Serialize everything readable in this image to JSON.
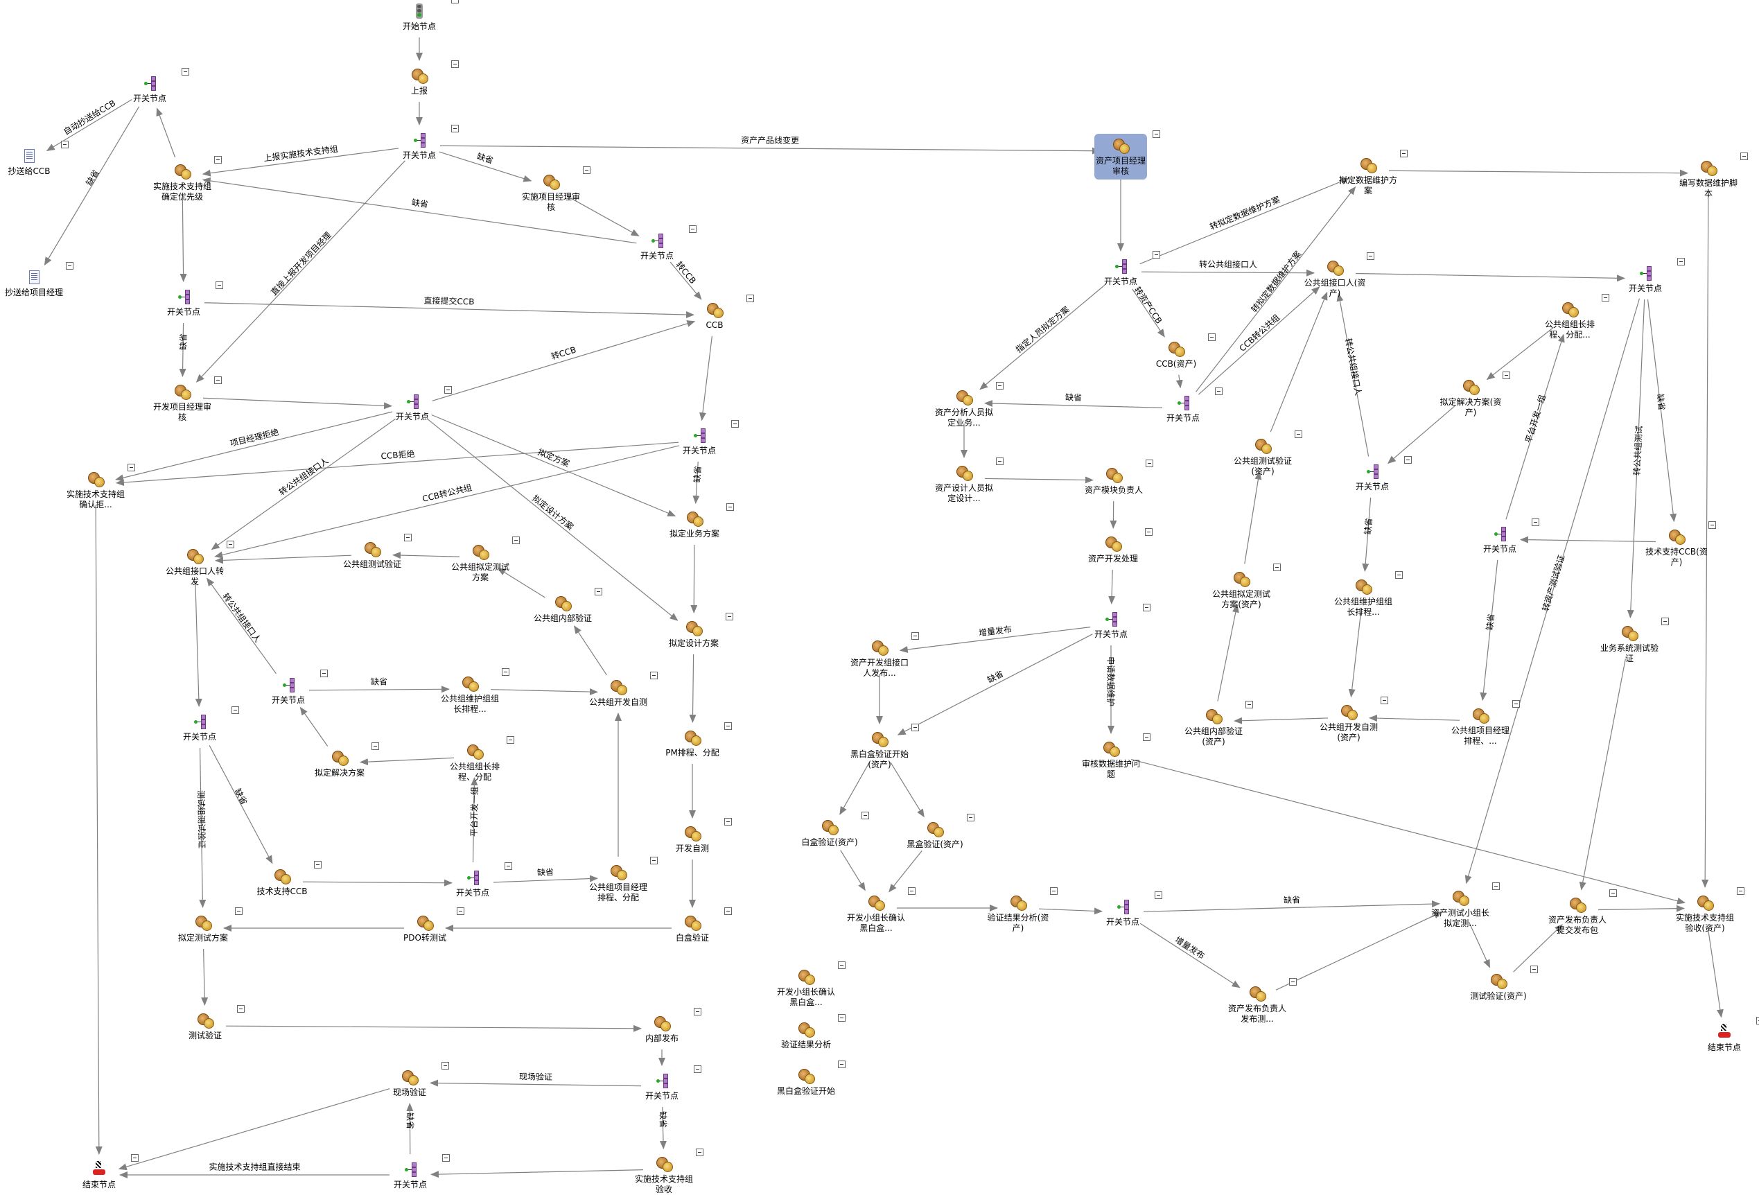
{
  "nodes": [
    {
      "id": "n1",
      "type": "start",
      "label": "开始节点"
    },
    {
      "id": "n2",
      "type": "task",
      "label": "上报"
    },
    {
      "id": "n3",
      "type": "switch",
      "label": "开关节点"
    },
    {
      "id": "n4",
      "type": "switch",
      "label": "开关节点"
    },
    {
      "id": "n5",
      "type": "doc",
      "label": "抄送给CCB"
    },
    {
      "id": "n6",
      "type": "doc",
      "label": "抄送给项目经理"
    },
    {
      "id": "n7",
      "type": "task",
      "label": "实施技术支持组确定优先级"
    },
    {
      "id": "n8",
      "type": "task",
      "label": "实施项目经理审核"
    },
    {
      "id": "n9",
      "type": "switch",
      "label": "开关节点"
    },
    {
      "id": "n10",
      "type": "switch",
      "label": "开关节点"
    },
    {
      "id": "n11",
      "type": "task",
      "label": "CCB"
    },
    {
      "id": "n12",
      "type": "task",
      "label": "开发项目经理审核"
    },
    {
      "id": "n13",
      "type": "switch",
      "label": "开关节点"
    },
    {
      "id": "n14",
      "type": "switch",
      "label": "开关节点"
    },
    {
      "id": "n15",
      "type": "task",
      "label": "实施技术支持组确认拒..."
    },
    {
      "id": "n16",
      "type": "task",
      "label": "拟定业务方案"
    },
    {
      "id": "n17",
      "type": "task",
      "label": "公共组接口人转发"
    },
    {
      "id": "n18",
      "type": "task",
      "label": "公共组测试验证"
    },
    {
      "id": "n19",
      "type": "task",
      "label": "公共组拟定测试方案"
    },
    {
      "id": "n20",
      "type": "task",
      "label": "公共组内部验证"
    },
    {
      "id": "n21",
      "type": "task",
      "label": "拟定设计方案"
    },
    {
      "id": "n22",
      "type": "switch",
      "label": "开关节点"
    },
    {
      "id": "n23",
      "type": "task",
      "label": "公共组维护组组长排程..."
    },
    {
      "id": "n24",
      "type": "task",
      "label": "公共组开发自测"
    },
    {
      "id": "n25",
      "type": "switch",
      "label": "开关节点"
    },
    {
      "id": "n26",
      "type": "task",
      "label": "拟定解决方案"
    },
    {
      "id": "n27",
      "type": "task",
      "label": "公共组组长排程、分配"
    },
    {
      "id": "n28",
      "type": "task",
      "label": "PM排程、分配"
    },
    {
      "id": "n29",
      "type": "task",
      "label": "开发自测"
    },
    {
      "id": "n30",
      "type": "task",
      "label": "技术支持CCB"
    },
    {
      "id": "n31",
      "type": "switch",
      "label": "开关节点"
    },
    {
      "id": "n32",
      "type": "task",
      "label": "公共组项目经理排程、分配"
    },
    {
      "id": "n33",
      "type": "task",
      "label": "拟定测试方案"
    },
    {
      "id": "n34",
      "type": "task",
      "label": "PDO转测试"
    },
    {
      "id": "n35",
      "type": "task",
      "label": "白盒验证"
    },
    {
      "id": "n36",
      "type": "task",
      "label": "测试验证"
    },
    {
      "id": "n37",
      "type": "task",
      "label": "内部发布"
    },
    {
      "id": "n38",
      "type": "task",
      "label": "现场验证"
    },
    {
      "id": "n39",
      "type": "switch",
      "label": "开关节点"
    },
    {
      "id": "n40",
      "type": "end",
      "label": "结束节点"
    },
    {
      "id": "n41",
      "type": "switch",
      "label": "开关节点"
    },
    {
      "id": "n42",
      "type": "task",
      "label": "实施技术支持组验收"
    },
    {
      "id": "n43",
      "type": "task",
      "label": "资产项目经理审核",
      "selected": true
    },
    {
      "id": "n44",
      "type": "switch",
      "label": "开关节点"
    },
    {
      "id": "n45",
      "type": "task",
      "label": "拟定数据维护方案"
    },
    {
      "id": "n46",
      "type": "task",
      "label": "编写数据维护脚本"
    },
    {
      "id": "n47",
      "type": "task",
      "label": "公共组接口人(资产)"
    },
    {
      "id": "n48",
      "type": "switch",
      "label": "开关节点"
    },
    {
      "id": "n49",
      "type": "task",
      "label": "CCB(资产)"
    },
    {
      "id": "n50",
      "type": "switch",
      "label": "开关节点"
    },
    {
      "id": "n51",
      "type": "task",
      "label": "资产分析人员拟定业务..."
    },
    {
      "id": "n52",
      "type": "task",
      "label": "公共组组长排程、分配..."
    },
    {
      "id": "n53",
      "type": "task",
      "label": "拟定解决方案(资产)"
    },
    {
      "id": "n54",
      "type": "task",
      "label": "公共组测试验证(资产)"
    },
    {
      "id": "n55",
      "type": "switch",
      "label": "开关节点"
    },
    {
      "id": "n56",
      "type": "task",
      "label": "资产设计人员拟定设计..."
    },
    {
      "id": "n57",
      "type": "task",
      "label": "资产模块负责人"
    },
    {
      "id": "n58",
      "type": "switch",
      "label": "开关节点"
    },
    {
      "id": "n59",
      "type": "task",
      "label": "技术支持CCB(资产)"
    },
    {
      "id": "n60",
      "type": "task",
      "label": "资产开发处理"
    },
    {
      "id": "n61",
      "type": "task",
      "label": "公共组拟定测试方案(资产)"
    },
    {
      "id": "n62",
      "type": "task",
      "label": "公共组维护组组长排程..."
    },
    {
      "id": "n63",
      "type": "switch",
      "label": "开关节点"
    },
    {
      "id": "n64",
      "type": "task",
      "label": "业务系统测试验证"
    },
    {
      "id": "n65",
      "type": "task",
      "label": "资产开发组接口人发布..."
    },
    {
      "id": "n66",
      "type": "task",
      "label": "公共组内部验证(资产)"
    },
    {
      "id": "n67",
      "type": "task",
      "label": "公共组开发自测(资产)"
    },
    {
      "id": "n68",
      "type": "task",
      "label": "公共组项目经理排程、..."
    },
    {
      "id": "n69",
      "type": "task",
      "label": "黑白盒验证开始(资产)"
    },
    {
      "id": "n70",
      "type": "task",
      "label": "审核数据维护问题"
    },
    {
      "id": "n71",
      "type": "task",
      "label": "白盒验证(资产)"
    },
    {
      "id": "n72",
      "type": "task",
      "label": "黑盒验证(资产)"
    },
    {
      "id": "n73",
      "type": "task",
      "label": "开发小组长确认黑白盒..."
    },
    {
      "id": "n74",
      "type": "task",
      "label": "验证结果分析(资产)"
    },
    {
      "id": "n75",
      "type": "switch",
      "label": "开关节点"
    },
    {
      "id": "n76",
      "type": "task",
      "label": "资产测试小组长拟定测..."
    },
    {
      "id": "n77",
      "type": "task",
      "label": "资产发布负责人提交发布包"
    },
    {
      "id": "n78",
      "type": "task",
      "label": "实施技术支持组验收(资产)"
    },
    {
      "id": "n79",
      "type": "task",
      "label": "测试验证(资产)"
    },
    {
      "id": "n80",
      "type": "task",
      "label": "资产发布负责人发布测..."
    },
    {
      "id": "n81",
      "type": "end",
      "label": "结束节点"
    },
    {
      "id": "n82",
      "type": "task",
      "label": "开发小组长确认黑白盒..."
    },
    {
      "id": "n83",
      "type": "task",
      "label": "验证结果分析"
    },
    {
      "id": "n84",
      "type": "task",
      "label": "黑白盒验证开始"
    }
  ],
  "edges": [
    {
      "from": "n1",
      "to": "n2",
      "label": ""
    },
    {
      "from": "n2",
      "to": "n3",
      "label": ""
    },
    {
      "from": "n3",
      "to": "n43",
      "label": "资产产品线变更"
    },
    {
      "from": "n3",
      "to": "n7",
      "label": "上报实施技术支持组"
    },
    {
      "from": "n3",
      "to": "n8",
      "label": "缺省"
    },
    {
      "from": "n3",
      "to": "n12",
      "label": "直接上报开发项目经理"
    },
    {
      "from": "n7",
      "to": "n4",
      "label": ""
    },
    {
      "from": "n4",
      "to": "n5",
      "label": "自动抄送给CCB"
    },
    {
      "from": "n4",
      "to": "n6",
      "label": "缺省"
    },
    {
      "from": "n7",
      "to": "n10",
      "label": ""
    },
    {
      "from": "n9",
      "to": "n7",
      "label": "缺省"
    },
    {
      "from": "n8",
      "to": "n9",
      "label": ""
    },
    {
      "from": "n9",
      "to": "n11",
      "label": "转CCB"
    },
    {
      "from": "n10",
      "to": "n11",
      "label": "直接提交CCB"
    },
    {
      "from": "n10",
      "to": "n12",
      "label": "缺省"
    },
    {
      "from": "n12",
      "to": "n13",
      "label": ""
    },
    {
      "from": "n13",
      "to": "n11",
      "label": "转CCB"
    },
    {
      "from": "n11",
      "to": "n14",
      "label": ""
    },
    {
      "from": "n13",
      "to": "n15",
      "label": "项目经理拒绝"
    },
    {
      "from": "n14",
      "to": "n15",
      "label": "CCB拒绝"
    },
    {
      "from": "n13",
      "to": "n17",
      "label": "转公共组接口人"
    },
    {
      "from": "n14",
      "to": "n17",
      "label": "CCB转公共组"
    },
    {
      "from": "n13",
      "to": "n16",
      "label": "拟定方案"
    },
    {
      "from": "n13",
      "to": "n21",
      "label": "拟定设计方案"
    },
    {
      "from": "n14",
      "to": "n16",
      "label": "缺省"
    },
    {
      "from": "n16",
      "to": "n21",
      "label": ""
    },
    {
      "from": "n21",
      "to": "n28",
      "label": ""
    },
    {
      "from": "n28",
      "to": "n29",
      "label": ""
    },
    {
      "from": "n29",
      "to": "n35",
      "label": ""
    },
    {
      "from": "n35",
      "to": "n34",
      "label": ""
    },
    {
      "from": "n34",
      "to": "n33",
      "label": ""
    },
    {
      "from": "n18",
      "to": "n17",
      "label": ""
    },
    {
      "from": "n19",
      "to": "n18",
      "label": ""
    },
    {
      "from": "n20",
      "to": "n19",
      "label": ""
    },
    {
      "from": "n24",
      "to": "n20",
      "label": ""
    },
    {
      "from": "n22",
      "to": "n17",
      "label": "转公共组接口人"
    },
    {
      "from": "n22",
      "to": "n23",
      "label": "缺省"
    },
    {
      "from": "n23",
      "to": "n24",
      "label": ""
    },
    {
      "from": "n26",
      "to": "n22",
      "label": ""
    },
    {
      "from": "n27",
      "to": "n26",
      "label": ""
    },
    {
      "from": "n31",
      "to": "n27",
      "label": "平台开发一组"
    },
    {
      "from": "n31",
      "to": "n32",
      "label": "缺省"
    },
    {
      "from": "n32",
      "to": "n24",
      "label": ""
    },
    {
      "from": "n30",
      "to": "n31",
      "label": ""
    },
    {
      "from": "n17",
      "to": "n25",
      "label": ""
    },
    {
      "from": "n25",
      "to": "n33",
      "label": "测试组测试验证"
    },
    {
      "from": "n25",
      "to": "n30",
      "label": "缺省"
    },
    {
      "from": "n15",
      "to": "n40",
      "label": ""
    },
    {
      "from": "n33",
      "to": "n36",
      "label": ""
    },
    {
      "from": "n36",
      "to": "n37",
      "label": ""
    },
    {
      "from": "n37",
      "to": "n39",
      "label": ""
    },
    {
      "from": "n39",
      "to": "n38",
      "label": "现场验证"
    },
    {
      "from": "n39",
      "to": "n42",
      "label": "缺省"
    },
    {
      "from": "n42",
      "to": "n41",
      "label": ""
    },
    {
      "from": "n41",
      "to": "n38",
      "label": "缺省"
    },
    {
      "from": "n41",
      "to": "n40",
      "label": "实施技术支持组直接结束"
    },
    {
      "from": "n38",
      "to": "n40",
      "label": ""
    },
    {
      "from": "n43",
      "to": "n44",
      "label": ""
    },
    {
      "from": "n44",
      "to": "n45",
      "label": "转拟定数据维护方案"
    },
    {
      "from": "n44",
      "to": "n47",
      "label": "转公共组接口人"
    },
    {
      "from": "n44",
      "to": "n49",
      "label": "转资产CCB"
    },
    {
      "from": "n44",
      "to": "n51",
      "label": "指定人员拟定方案"
    },
    {
      "from": "n49",
      "to": "n50",
      "label": ""
    },
    {
      "from": "n50",
      "to": "n51",
      "label": "缺省"
    },
    {
      "from": "n50",
      "to": "n45",
      "label": "转拟定数据维护方案"
    },
    {
      "from": "n50",
      "to": "n47",
      "label": "CCB转公共组"
    },
    {
      "from": "n45",
      "to": "n46",
      "label": ""
    },
    {
      "from": "n46",
      "to": "n78",
      "label": ""
    },
    {
      "from": "n47",
      "to": "n48",
      "label": ""
    },
    {
      "from": "n54",
      "to": "n47",
      "label": ""
    },
    {
      "from": "n55",
      "to": "n47",
      "label": "转公共组接口人"
    },
    {
      "from": "n61",
      "to": "n54",
      "label": ""
    },
    {
      "from": "n66",
      "to": "n61",
      "label": ""
    },
    {
      "from": "n55",
      "to": "n62",
      "label": "缺省"
    },
    {
      "from": "n62",
      "to": "n67",
      "label": ""
    },
    {
      "from": "n68",
      "to": "n67",
      "label": ""
    },
    {
      "from": "n67",
      "to": "n66",
      "label": ""
    },
    {
      "from": "n58",
      "to": "n68",
      "label": "缺省"
    },
    {
      "from": "n58",
      "to": "n52",
      "label": "平台开发一组"
    },
    {
      "from": "n52",
      "to": "n53",
      "label": ""
    },
    {
      "from": "n53",
      "to": "n55",
      "label": ""
    },
    {
      "from": "n48",
      "to": "n59",
      "label": "缺省"
    },
    {
      "from": "n59",
      "to": "n58",
      "label": ""
    },
    {
      "from": "n48",
      "to": "n64",
      "label": "转公共组测试"
    },
    {
      "from": "n48",
      "to": "n76",
      "label": "转资产测试验证"
    },
    {
      "from": "n64",
      "to": "n77",
      "label": ""
    },
    {
      "from": "n51",
      "to": "n56",
      "label": ""
    },
    {
      "from": "n56",
      "to": "n57",
      "label": ""
    },
    {
      "from": "n57",
      "to": "n60",
      "label": ""
    },
    {
      "from": "n60",
      "to": "n63",
      "label": ""
    },
    {
      "from": "n63",
      "to": "n65",
      "label": "增量发布"
    },
    {
      "from": "n63",
      "to": "n69",
      "label": "缺省"
    },
    {
      "from": "n63",
      "to": "n70",
      "label": "申请数据维护"
    },
    {
      "from": "n70",
      "to": "n78",
      "label": ""
    },
    {
      "from": "n65",
      "to": "n69",
      "label": ""
    },
    {
      "from": "n69",
      "to": "n71",
      "label": ""
    },
    {
      "from": "n69",
      "to": "n72",
      "label": ""
    },
    {
      "from": "n71",
      "to": "n73",
      "label": ""
    },
    {
      "from": "n72",
      "to": "n73",
      "label": ""
    },
    {
      "from": "n73",
      "to": "n74",
      "label": ""
    },
    {
      "from": "n74",
      "to": "n75",
      "label": ""
    },
    {
      "from": "n75",
      "to": "n76",
      "label": "缺省"
    },
    {
      "from": "n75",
      "to": "n80",
      "label": "增量发布"
    },
    {
      "from": "n80",
      "to": "n76",
      "label": ""
    },
    {
      "from": "n76",
      "to": "n79",
      "label": ""
    },
    {
      "from": "n79",
      "to": "n77",
      "label": ""
    },
    {
      "from": "n77",
      "to": "n78",
      "label": ""
    },
    {
      "from": "n78",
      "to": "n81",
      "label": ""
    }
  ],
  "colors": {
    "edge": "#808080",
    "selected": "#94a8d4"
  }
}
